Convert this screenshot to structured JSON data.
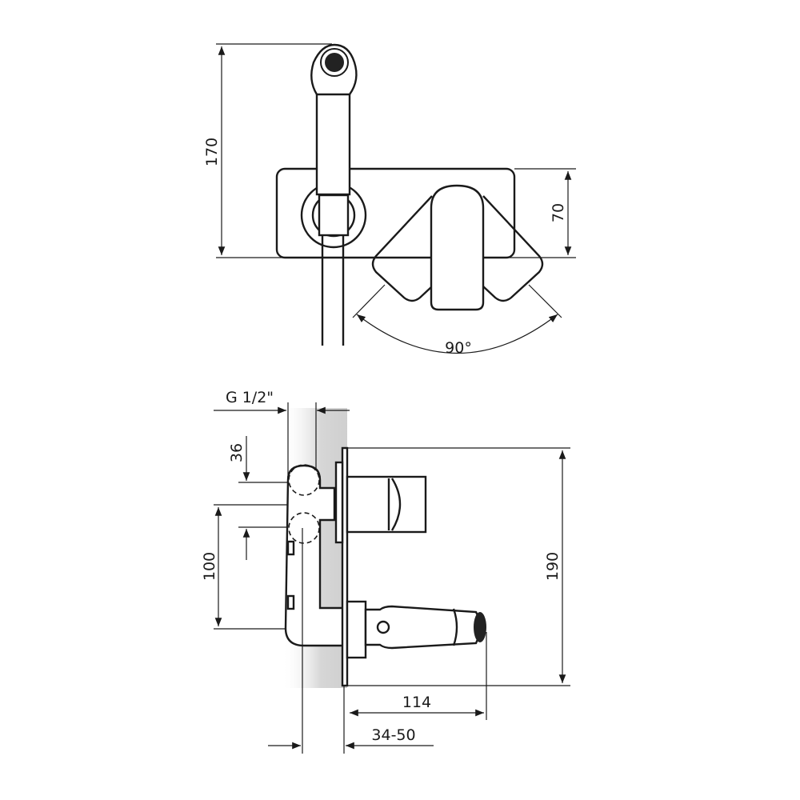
{
  "drawing": {
    "top_view": {
      "height_label": "170",
      "plate_height_label": "70",
      "angle_label": "90°"
    },
    "side_view": {
      "thread_label": "G 1/2\"",
      "inlet_spacing_label": "36",
      "outlet_offset_label": "100",
      "plate_height_label": "190",
      "spout_length_label": "114",
      "install_depth_label": "34-50"
    },
    "colors": {
      "line": "#1a1a1a",
      "shade": "#d8d8d8"
    }
  }
}
